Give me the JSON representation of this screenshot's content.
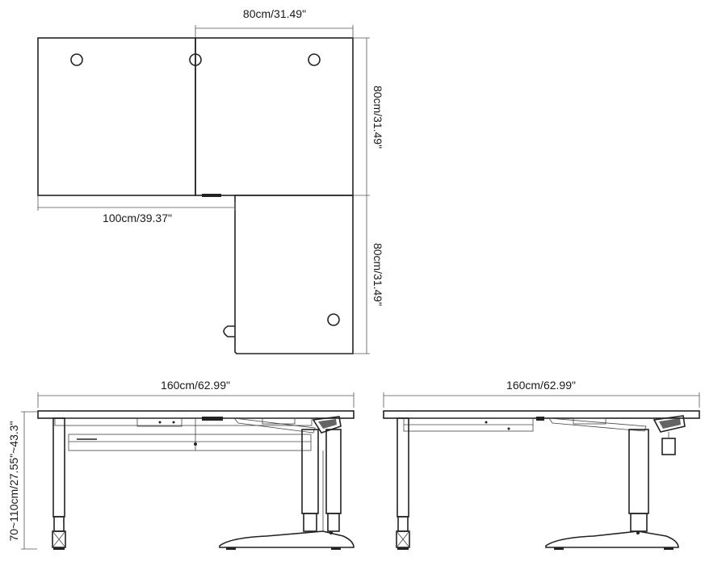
{
  "dimensions": {
    "top_width_right": "80cm/31.49\"",
    "top_depth_right": "80cm/31.49\"",
    "return_depth": "80cm/31.49\"",
    "main_width": "100cm/39.37\"",
    "front_total_width": "160cm/62.99\"",
    "side_total_width": "160cm/62.99\"",
    "height_range": "70~110cm/27.55\"~43.3\""
  }
}
